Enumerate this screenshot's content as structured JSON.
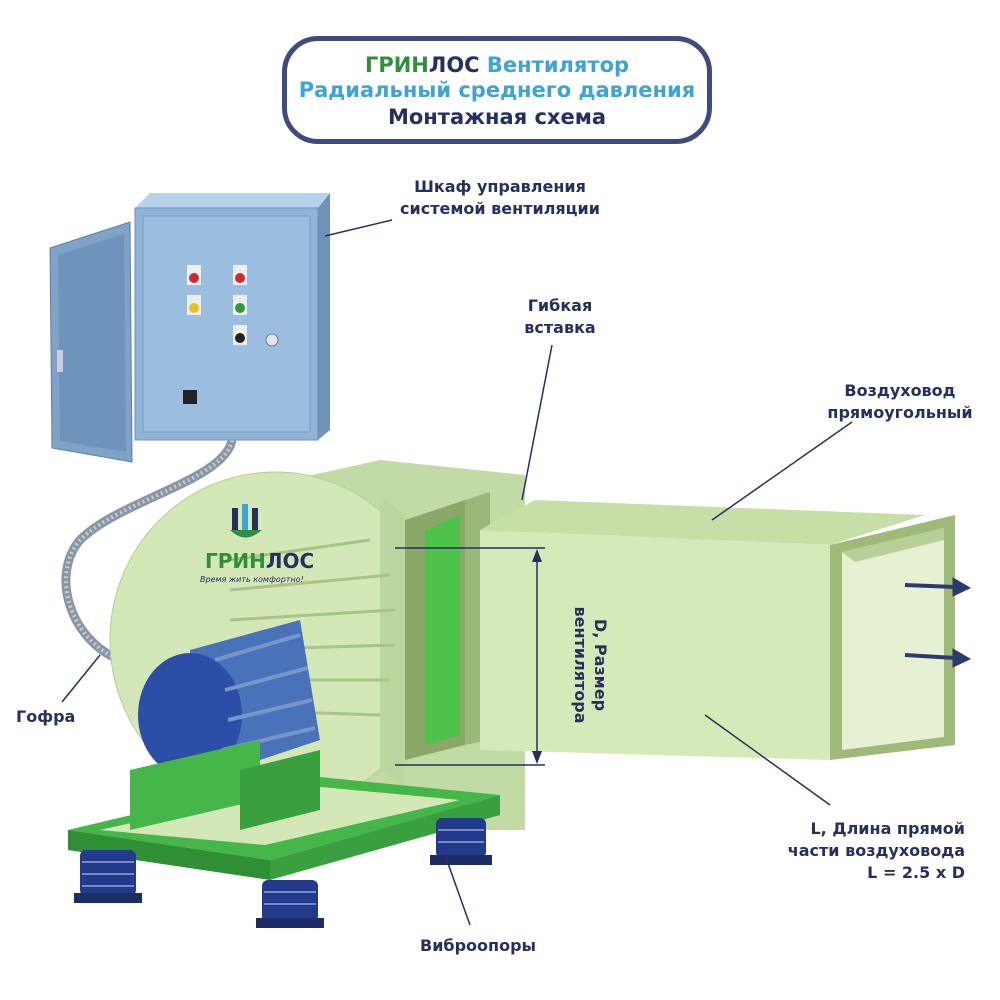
{
  "title": {
    "brand_part1": "ГРИН",
    "brand_part2": "ЛОС",
    "line1_rest": " Вентилятор",
    "line2": "Радиальный среднего давления",
    "line3": "Монтажная схема"
  },
  "labels": {
    "cabinet": [
      "Шкаф управления",
      "системой вентиляции"
    ],
    "flex_insert": [
      "Гибкая",
      "вставка"
    ],
    "duct": [
      "Воздуховод",
      "прямоугольный"
    ],
    "hose": "Гофра",
    "fan_size": [
      "D, Размер",
      "вентилятора"
    ],
    "duct_length": [
      "L, Длина прямой",
      "части воздуховода",
      "L = 2.5 x D"
    ],
    "vibration_mounts": "Виброопоры"
  },
  "logo": {
    "brand": "ГРИНЛОС",
    "slogan": "Время жить комфортно!"
  },
  "colors": {
    "navy": "#25305e",
    "green": "#2f8f3a",
    "blue": "#3fa3d6",
    "frame": "#45b649",
    "fan": "#d3e8b6"
  }
}
